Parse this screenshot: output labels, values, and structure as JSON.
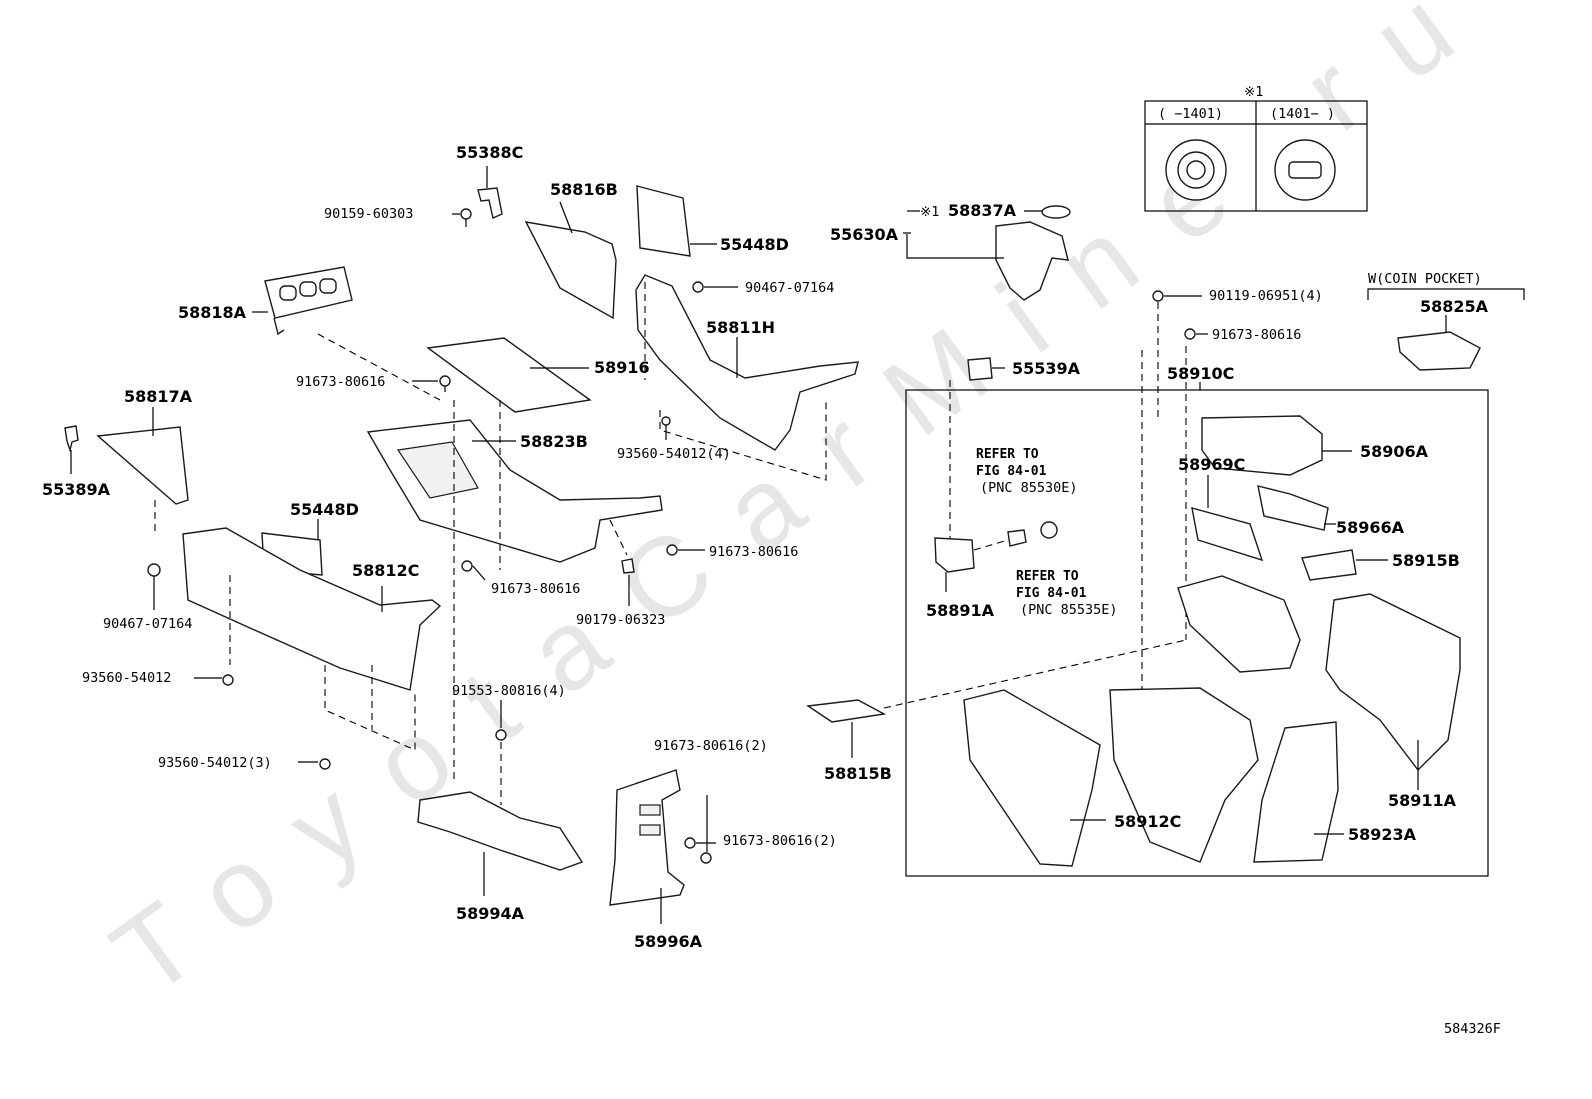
{
  "watermark": "ToyotaCarMine.ru",
  "diagram_number": "584326F",
  "inset": {
    "symbol": "※1",
    "col_left": "(  −1401)",
    "col_right": "(1401−  )"
  },
  "coin_pocket_header": "W(COIN POCKET)",
  "refer_notes": [
    {
      "line1": "REFER TO",
      "line2": "FIG 84-01",
      "line3": "(PNC 85530E)"
    },
    {
      "line1": "REFER TO",
      "line2": "FIG 84-01",
      "line3": "(PNC 85535E)"
    }
  ],
  "labels": {
    "p55388C": "55388C",
    "p90159_60303": "90159-60303",
    "p58816B": "58816B",
    "p55448D_top": "55448D",
    "p90467_07164_top": "90467-07164",
    "p58818A": "58818A",
    "p58811H": "58811H",
    "p58916": "58916",
    "p91673_80616_a": "91673-80616",
    "p58817A": "58817A",
    "p58823B": "58823B",
    "p55389A": "55389A",
    "p93560_54012_4": "93560-54012(4)",
    "p55448D_mid": "55448D",
    "p91673_80616_b": "91673-80616",
    "p58812C": "58812C",
    "p91673_80616_c": "91673-80616",
    "p90467_07164_mid": "90467-07164",
    "p90179_06323": "90179-06323",
    "p93560_54012": "93560-54012",
    "p91553_80816_4": "91553-80816(4)",
    "p93560_54012_3": "93560-54012(3)",
    "p91673_80616_2a": "91673-80616(2)",
    "p91673_80616_2b": "91673-80616(2)",
    "p58994A": "58994A",
    "p58996A": "58996A",
    "p55630A": "55630A",
    "p58837A_sym": "※1",
    "p58837A": "58837A",
    "p90119_06951_4": "90119-06951(4)",
    "p91673_80616_d": "91673-80616",
    "p58825A": "58825A",
    "p55539A": "55539A",
    "p58910C": "58910C",
    "p58906A": "58906A",
    "p58969C": "58969C",
    "p58966A": "58966A",
    "p58915B": "58915B",
    "p58891A": "58891A",
    "p58815B": "58815B",
    "p58912C": "58912C",
    "p58911A": "58911A",
    "p58923A": "58923A"
  }
}
